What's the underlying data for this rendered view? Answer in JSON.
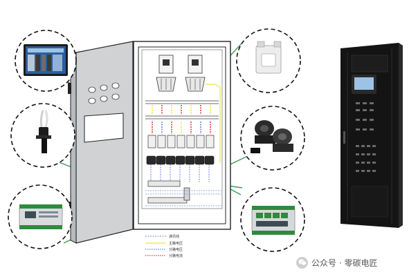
{
  "legend": {
    "items": [
      {
        "label": "通讯线",
        "color": "#6f8fbf",
        "style": "dashed"
      },
      {
        "label": "主路电压",
        "color": "#f1e23a",
        "style": "solid"
      },
      {
        "label": "分路电压",
        "color": "#6a7fe0",
        "style": "dotted"
      },
      {
        "label": "分路电流",
        "color": "#e03a3a",
        "style": "dotted"
      }
    ]
  },
  "watermark": {
    "text": "公众号 · 零碳电匠",
    "icon": "wechat-icon"
  },
  "colors": {
    "connector_green": "#3f9a56",
    "cabinet_outline": "#222222",
    "door_fill": "#d0d2d4",
    "rack_body": "#141414",
    "display_screen": "#9cc3e6"
  },
  "components": [
    {
      "name": "touch-display-screen"
    },
    {
      "name": "temperature-sensor-probe"
    },
    {
      "name": "acquisition-module"
    },
    {
      "name": "current-transformer"
    },
    {
      "name": "split-core-current-transformers"
    },
    {
      "name": "branch-acquisition-module"
    }
  ]
}
